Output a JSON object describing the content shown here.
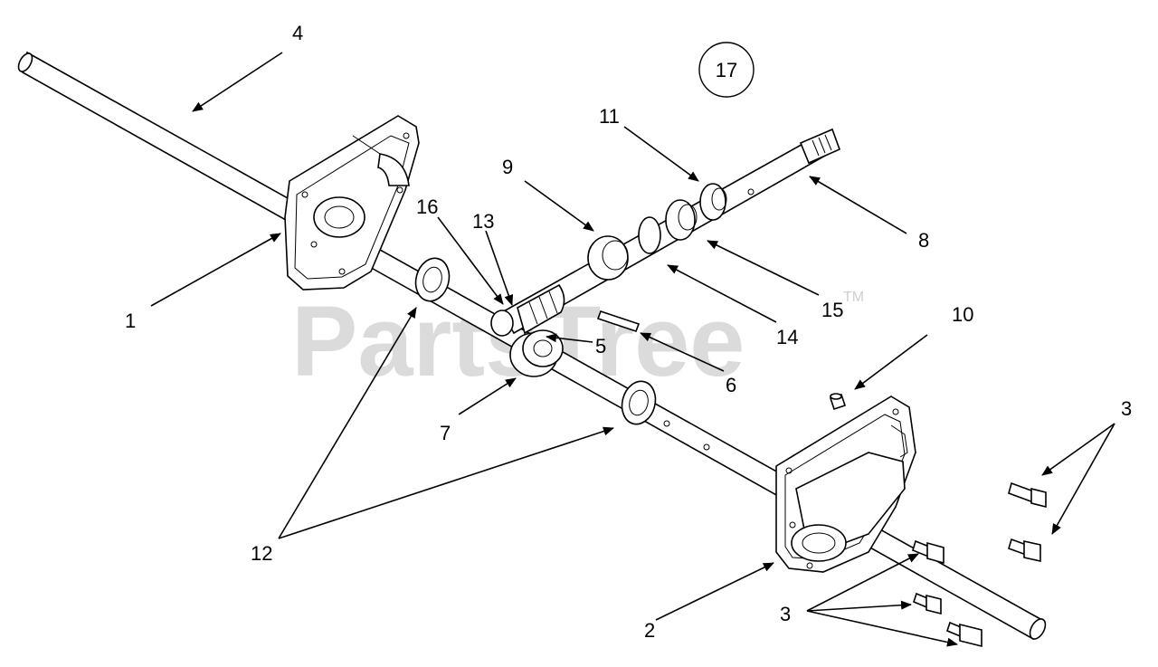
{
  "diagram": {
    "group_number": "17",
    "watermark": "PartsTree",
    "trademark": "TM",
    "callouts": [
      {
        "id": "c1",
        "label": "1"
      },
      {
        "id": "c2",
        "label": "2"
      },
      {
        "id": "c3a",
        "label": "3"
      },
      {
        "id": "c3b",
        "label": "3"
      },
      {
        "id": "c4",
        "label": "4"
      },
      {
        "id": "c5",
        "label": "5"
      },
      {
        "id": "c6",
        "label": "6"
      },
      {
        "id": "c7",
        "label": "7"
      },
      {
        "id": "c8",
        "label": "8"
      },
      {
        "id": "c9",
        "label": "9"
      },
      {
        "id": "c10",
        "label": "10"
      },
      {
        "id": "c11",
        "label": "11"
      },
      {
        "id": "c12",
        "label": "12"
      },
      {
        "id": "c13",
        "label": "13"
      },
      {
        "id": "c14",
        "label": "14"
      },
      {
        "id": "c15",
        "label": "15"
      },
      {
        "id": "c16",
        "label": "16"
      }
    ]
  }
}
